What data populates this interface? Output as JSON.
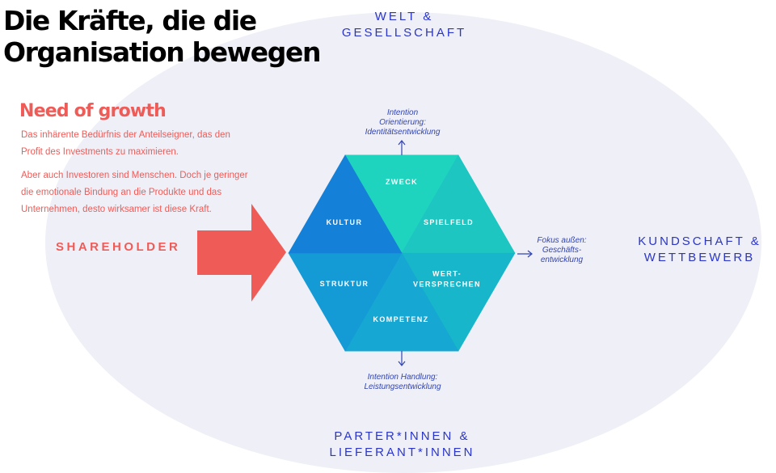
{
  "title": {
    "line1": "Die Kräfte, die die",
    "line2": "Organisation bewegen"
  },
  "need_of_growth": {
    "heading": "Need of growth",
    "paragraph1": [
      "Das inhärente Bedürfnis der Anteilseigner, das den",
      "Profit des Investments zu maximieren."
    ],
    "paragraph2": [
      "Aber auch Investoren sind Menschen. Doch je geringer",
      "die emotionale Bindung an die Produkte und das",
      "Unternehmen, desto wirksamer ist diese Kraft."
    ]
  },
  "stakeholders": {
    "top": [
      "WELT &",
      "GESELLSCHAFT"
    ],
    "right": [
      "KUNDSCHAFT &",
      "WETTBEWERB"
    ],
    "bottom": [
      "PARTER*INNEN &",
      "LIEFERANT*INNEN"
    ],
    "left": "SHAREHOLDER"
  },
  "annotations": {
    "top": [
      "Intention",
      "Orientierung:",
      "Identitätsentwicklung"
    ],
    "right": [
      "Fokus außen:",
      "Geschäfts-",
      "entwicklung"
    ],
    "bottom": [
      "Intention Handlung:",
      "Leistungsentwicklung"
    ]
  },
  "hexagon_segments": [
    {
      "label": [
        "ZWECK"
      ],
      "color": "#1fd4bf"
    },
    {
      "label": [
        "SPIELFELD"
      ],
      "color": "#1ec6c2"
    },
    {
      "label": [
        "WERT-",
        "VERSPRECHEN"
      ],
      "color": "#17b6ca"
    },
    {
      "label": [
        "KOMPETENZ"
      ],
      "color": "#16a7d2"
    },
    {
      "label": [
        "STRUKTUR"
      ],
      "color": "#149bd6"
    },
    {
      "label": [
        "KULTUR"
      ],
      "color": "#1580d7"
    }
  ],
  "colors": {
    "ellipse": "#eeeff7",
    "accent_red": "#ef5c58",
    "label_blue": "#2b36c8",
    "arrow_blue": "#3245b4"
  }
}
